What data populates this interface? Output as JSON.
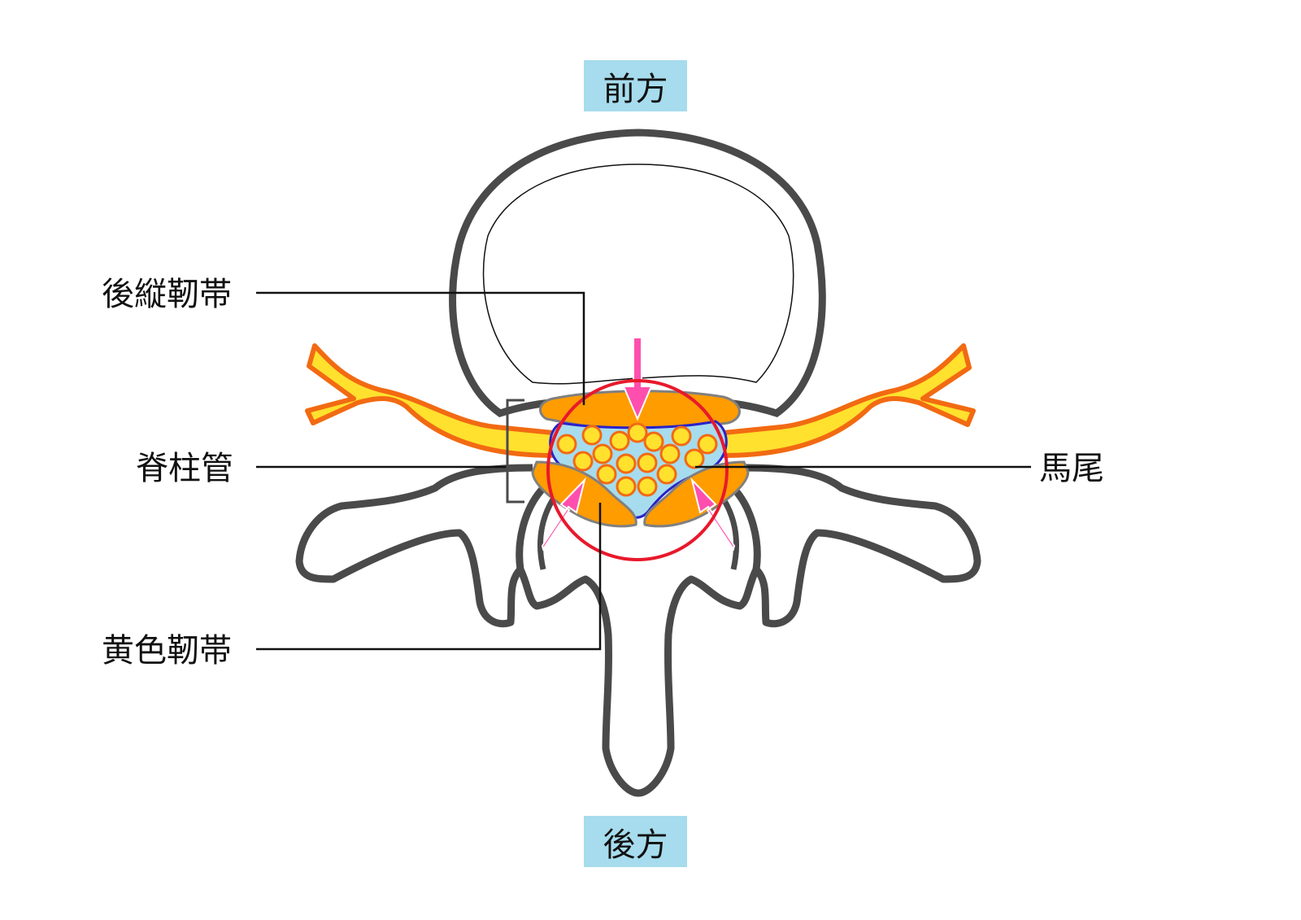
{
  "orientation": {
    "anterior": "前方",
    "posterior": "後方"
  },
  "labels": {
    "posterior_longitudinal_ligament": "後縦靭帯",
    "spinal_canal": "脊柱管",
    "ligamentum_flavum": "黄色靭帯",
    "cauda_equina": "馬尾"
  },
  "colors": {
    "bone_outline": "#4a4a4a",
    "ligament": "#ff9c00",
    "nerve_fill": "#ffe12e",
    "nerve_outline": "#f26a12",
    "canal": "#a6dced",
    "arrow": "#ff4fae",
    "circle": "#e8192c",
    "label_box": "#a6dced"
  }
}
